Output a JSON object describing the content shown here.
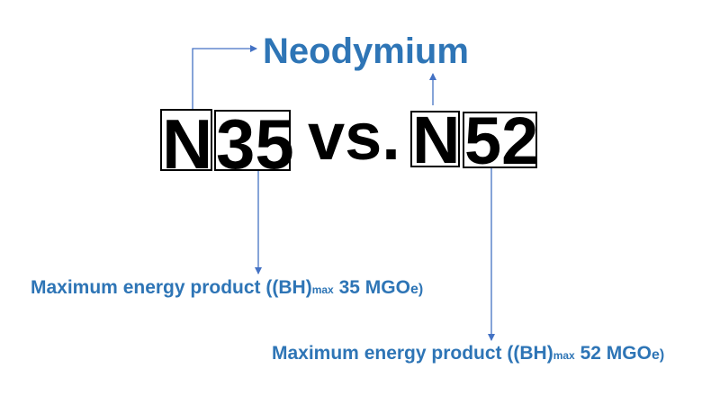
{
  "title": "Neodymium",
  "comparison": {
    "left": {
      "prefix": "N",
      "grade": "35"
    },
    "separator": "vs.",
    "right": {
      "prefix": "N",
      "grade": "52"
    }
  },
  "labels": [
    {
      "text": "Maximum energy product ((BH)",
      "sub": "max",
      "value": " 35 MGO",
      "unit_suffix": "e",
      "close": ")"
    },
    {
      "text": "Maximum energy product ((BH)",
      "sub": "max",
      "value": " 52 MGO",
      "unit_suffix": "e",
      "close": ")"
    }
  ],
  "colors": {
    "accent": "#2E75B6",
    "arrow": "#4472C4",
    "text": "#000000"
  }
}
